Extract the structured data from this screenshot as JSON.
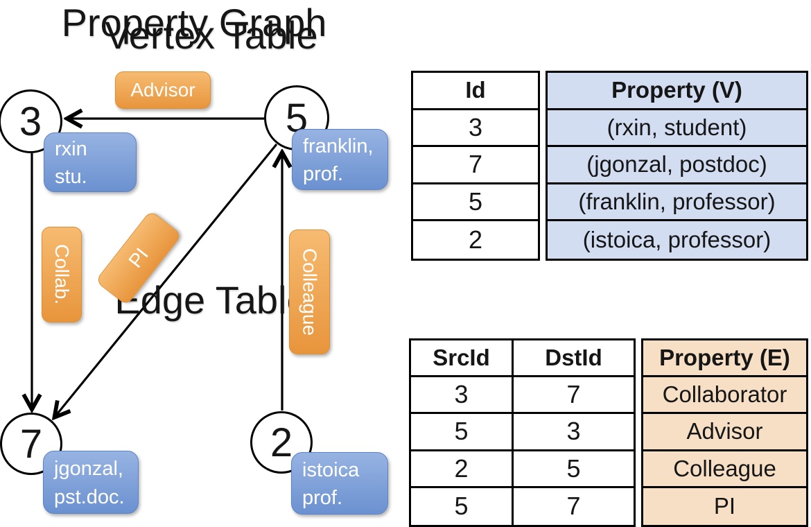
{
  "graph": {
    "title": "Property Graph",
    "nodes": [
      {
        "id": "3",
        "prop_line1": "rxin",
        "prop_line2": "stu."
      },
      {
        "id": "5",
        "prop_line1": "franklin,",
        "prop_line2": "prof."
      },
      {
        "id": "7",
        "prop_line1": "jgonzal,",
        "prop_line2": "pst.doc."
      },
      {
        "id": "2",
        "prop_line1": "istoica",
        "prop_line2": "prof."
      }
    ],
    "edges": [
      {
        "label": "Advisor",
        "src": "5",
        "dst": "3"
      },
      {
        "label": "Collab.",
        "src": "3",
        "dst": "7"
      },
      {
        "label": "PI",
        "src": "5",
        "dst": "7"
      },
      {
        "label": "Colleague",
        "src": "2",
        "dst": "5"
      }
    ]
  },
  "vertex_table": {
    "title": "Vertex Table",
    "columns": {
      "id": "Id",
      "property": "Property (V)"
    },
    "rows": [
      {
        "id": "3",
        "property": "(rxin, student)"
      },
      {
        "id": "7",
        "property": "(jgonzal, postdoc)"
      },
      {
        "id": "5",
        "property": "(franklin, professor)"
      },
      {
        "id": "2",
        "property": "(istoica, professor)"
      }
    ]
  },
  "edge_table": {
    "title": "Edge Table",
    "columns": {
      "src": "SrcId",
      "dst": "DstId",
      "property": "Property (E)"
    },
    "rows": [
      {
        "src": "3",
        "dst": "7",
        "property": "Collaborator"
      },
      {
        "src": "5",
        "dst": "3",
        "property": "Advisor"
      },
      {
        "src": "2",
        "dst": "5",
        "property": "Colleague"
      },
      {
        "src": "5",
        "dst": "7",
        "property": "PI"
      }
    ]
  },
  "colors": {
    "vertex_cell_bg": "#d2ddf1",
    "edge_cell_bg": "#f6dfc4",
    "node_box_gradient_top": "#97b3e2",
    "node_box_gradient_bottom": "#6b91d0",
    "edge_label_gradient_top": "#f6bb71",
    "edge_label_gradient_bottom": "#e8953c",
    "line": "#000000"
  }
}
